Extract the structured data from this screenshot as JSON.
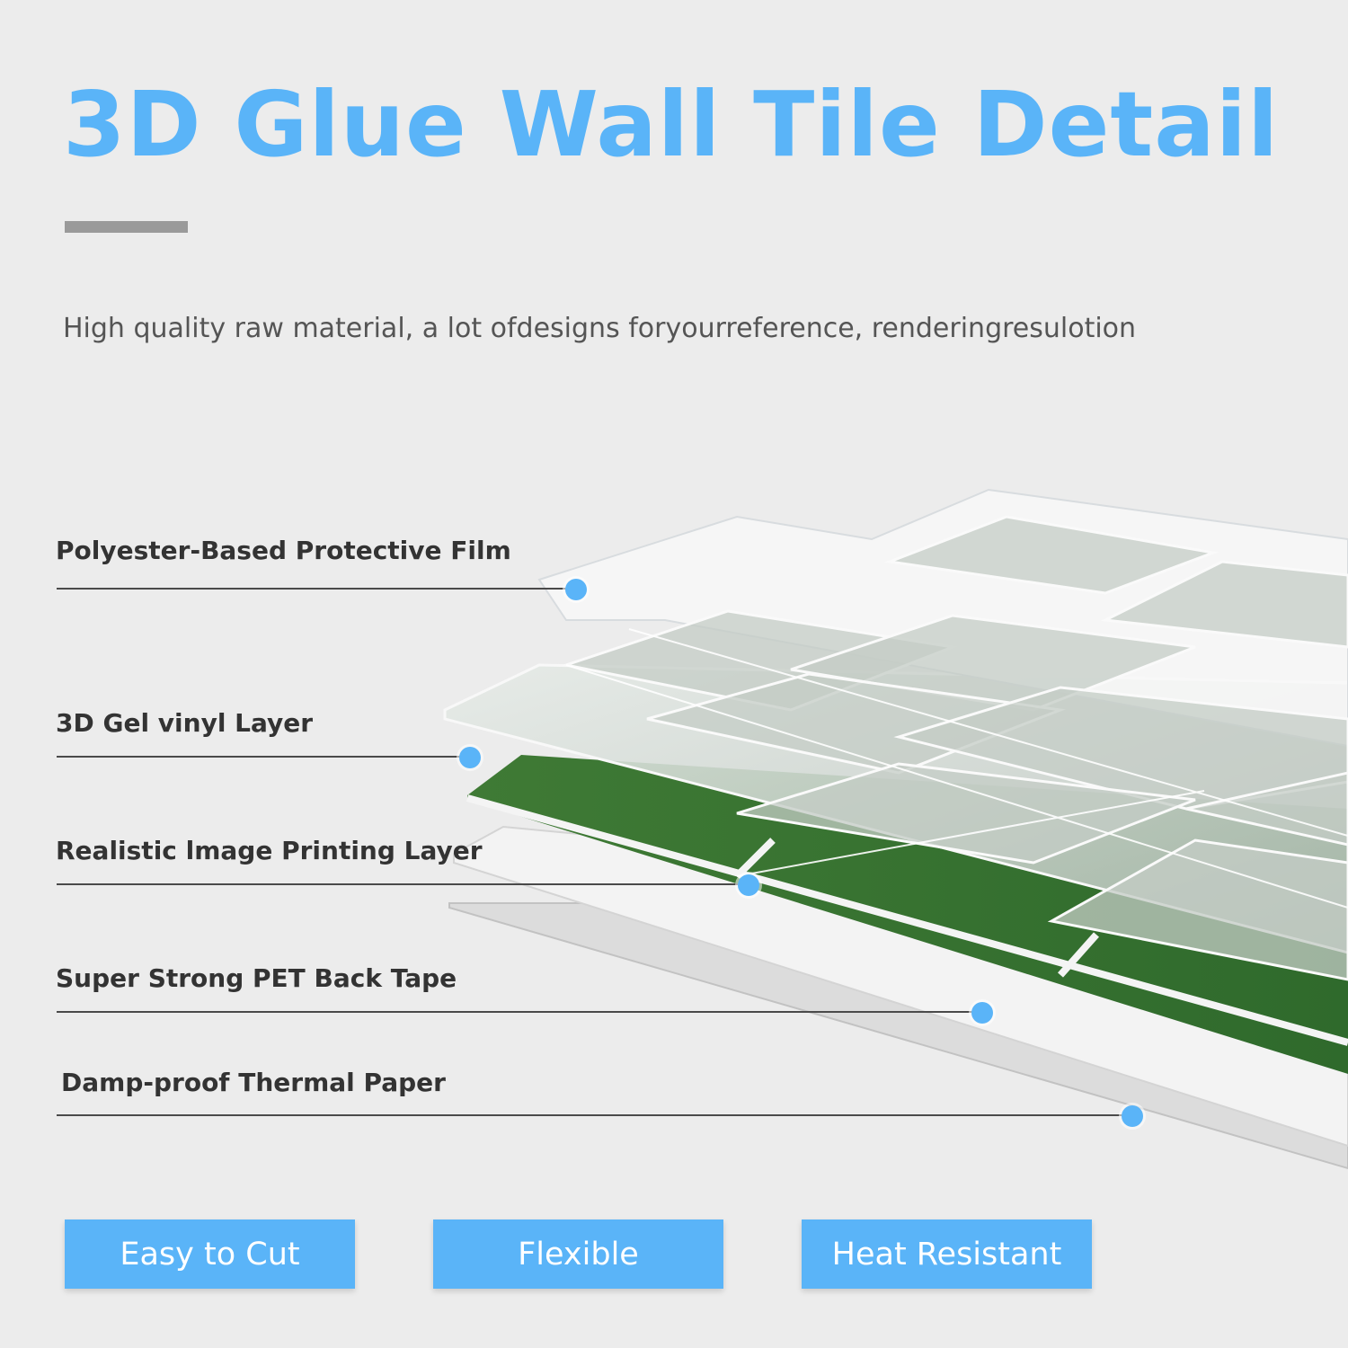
{
  "header": {
    "title": "3D Glue Wall Tile Detail",
    "subtitle": "High quality raw material, a lot ofdesigns foryourreference, renderingresulotion"
  },
  "layers": [
    {
      "label": "Polyester-Based Protective Film",
      "icon": "dot-marker-icon"
    },
    {
      "label": "3D Gel vinyl Layer",
      "icon": "dot-marker-icon"
    },
    {
      "label": "Realistic lmage Printing Layer",
      "icon": "dot-marker-icon"
    },
    {
      "label": "Super Strong PET Back Tape",
      "icon": "dot-marker-icon"
    },
    {
      "label": "Damp-proof Thermal Paper",
      "icon": "dot-marker-icon"
    }
  ],
  "features": [
    {
      "label": "Easy to Cut"
    },
    {
      "label": "Flexible"
    },
    {
      "label": "Heat Resistant"
    }
  ],
  "colors": {
    "accent": "#5ab4f8",
    "title": "#5ab4f8",
    "bar": "#9a9a9a",
    "background": "#ececec",
    "tile_green": "#4c7a3e",
    "glass": "#c8d0ca"
  }
}
